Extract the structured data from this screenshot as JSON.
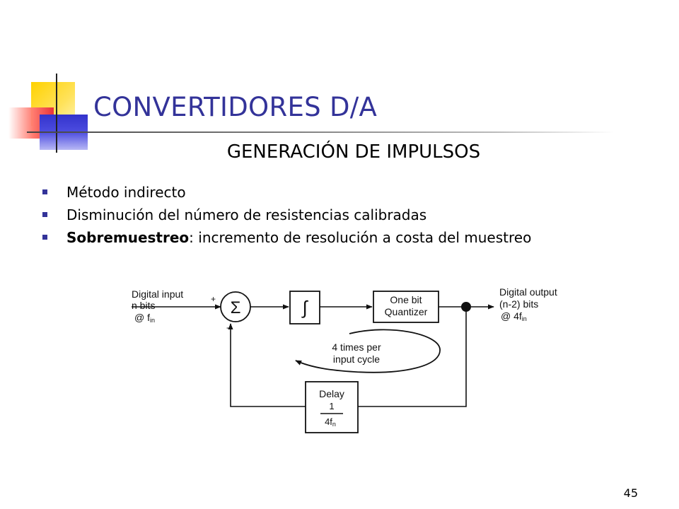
{
  "slide": {
    "title": "CONVERTIDORES D/A",
    "subtitle": "GENERACIÓN DE IMPULSOS",
    "bullets": [
      {
        "bold": "",
        "text": "Método indirecto"
      },
      {
        "bold": "",
        "text": "Disminución del número de resistencias calibradas"
      },
      {
        "bold": "Sobremuestreo",
        "text": ": incremento de resolución a costa del muestreo"
      }
    ],
    "page_number": "45",
    "accent_color": "#333399"
  },
  "diagram": {
    "input": {
      "line1": "Digital input",
      "line2": "n bits",
      "line3": "@ f",
      "line3_sub": "in"
    },
    "sum": {
      "symbol": "Σ",
      "plus": "+",
      "minus": "-"
    },
    "integrator": {
      "symbol": "∫"
    },
    "quantizer": {
      "line1": "One bit",
      "line2": "Quantizer"
    },
    "output": {
      "line1": "Digital output",
      "line2": "(n-2) bits",
      "line3": "@ 4f",
      "line3_sub": "in"
    },
    "loop_note": {
      "line1": "4 times per",
      "line2": "input cycle"
    },
    "delay": {
      "label": "Delay",
      "numerator": "1",
      "denominator": "4f",
      "denominator_sub": "n"
    }
  }
}
